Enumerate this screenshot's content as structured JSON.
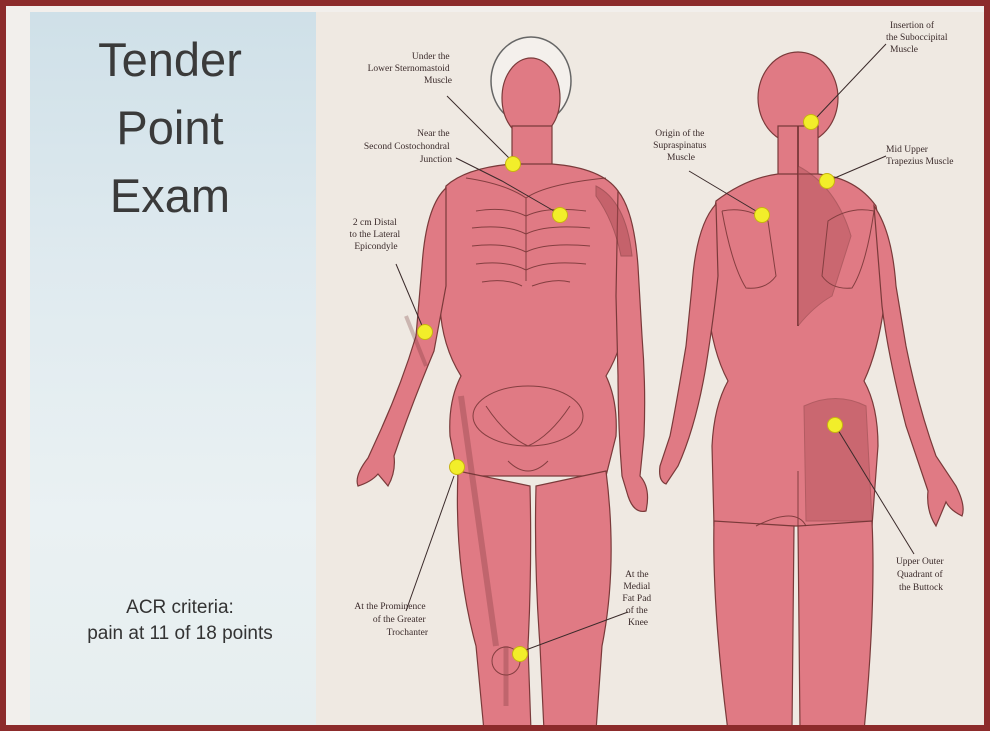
{
  "slide": {
    "title_lines": [
      "Tender",
      "Point",
      "Exam"
    ],
    "criteria_lines": [
      "ACR criteria:",
      "pain at 11 of 18 points"
    ]
  },
  "colors": {
    "frame": "#8c2b2b",
    "body_fill": "#e07a84",
    "tender_point": "#f2ee2a",
    "panel": "#dfeaef"
  },
  "labels": {
    "sternomastoid": [
      "Under the",
      "Lower Sternomastoid",
      "Muscle"
    ],
    "costochondral": [
      "Near the",
      "Second Costochondral",
      "Junction"
    ],
    "epicondyle": [
      "2 cm Distal",
      "to the Lateral",
      "Epicondyle"
    ],
    "trochanter": [
      "At the Prominence",
      "of the Greater",
      "Trochanter"
    ],
    "knee": [
      "At the",
      "Medial",
      "Fat Pad",
      "of the",
      "Knee"
    ],
    "suboccipital": [
      "Insertion of",
      "the Suboccipital",
      "Muscle"
    ],
    "supraspinatus": [
      "Origin of the",
      "Supraspinatus",
      "Muscle"
    ],
    "trapezius": [
      "Mid Upper",
      "Trapezius Muscle"
    ],
    "buttock": [
      "Upper Outer",
      "Quadrant of",
      "the Buttock"
    ]
  }
}
